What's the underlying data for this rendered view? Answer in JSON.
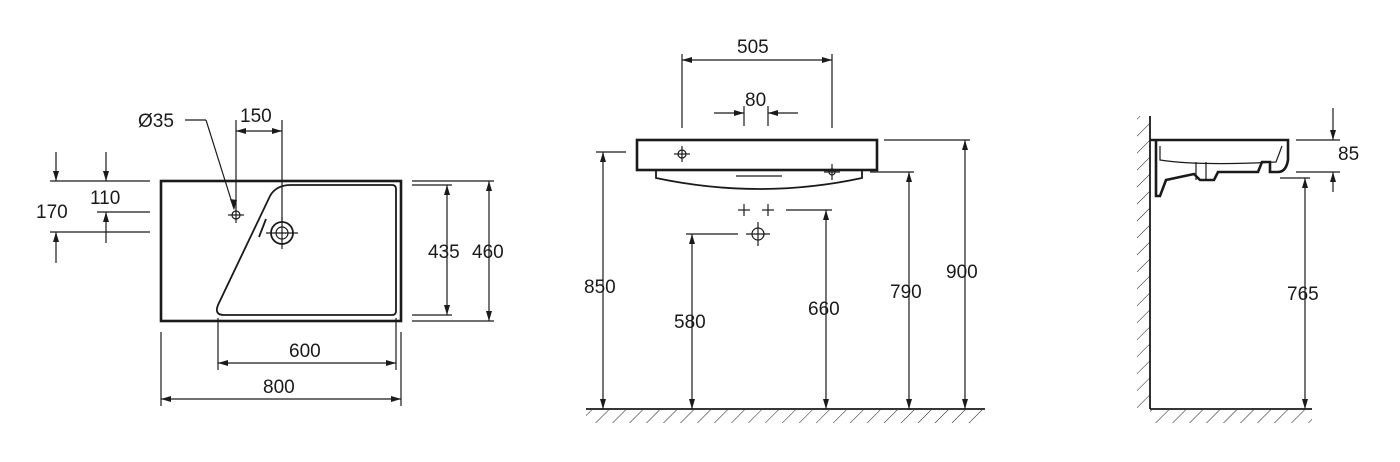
{
  "dimensions": {
    "plan": {
      "hole_diameter": "Ø35",
      "tap_offset": "150",
      "left_outer": "170",
      "left_inner": "110",
      "depth_inner": "435",
      "depth_outer": "460",
      "basin_width": "600",
      "total_width": "800"
    },
    "front": {
      "top_width": "505",
      "fixing_spacing": "80",
      "height_850": "850",
      "height_580": "580",
      "height_660": "660",
      "height_790": "790",
      "height_900": "900"
    },
    "side": {
      "thickness": "85",
      "height": "765"
    }
  },
  "colors": {
    "line": "#1a1a1a",
    "background": "#ffffff"
  }
}
